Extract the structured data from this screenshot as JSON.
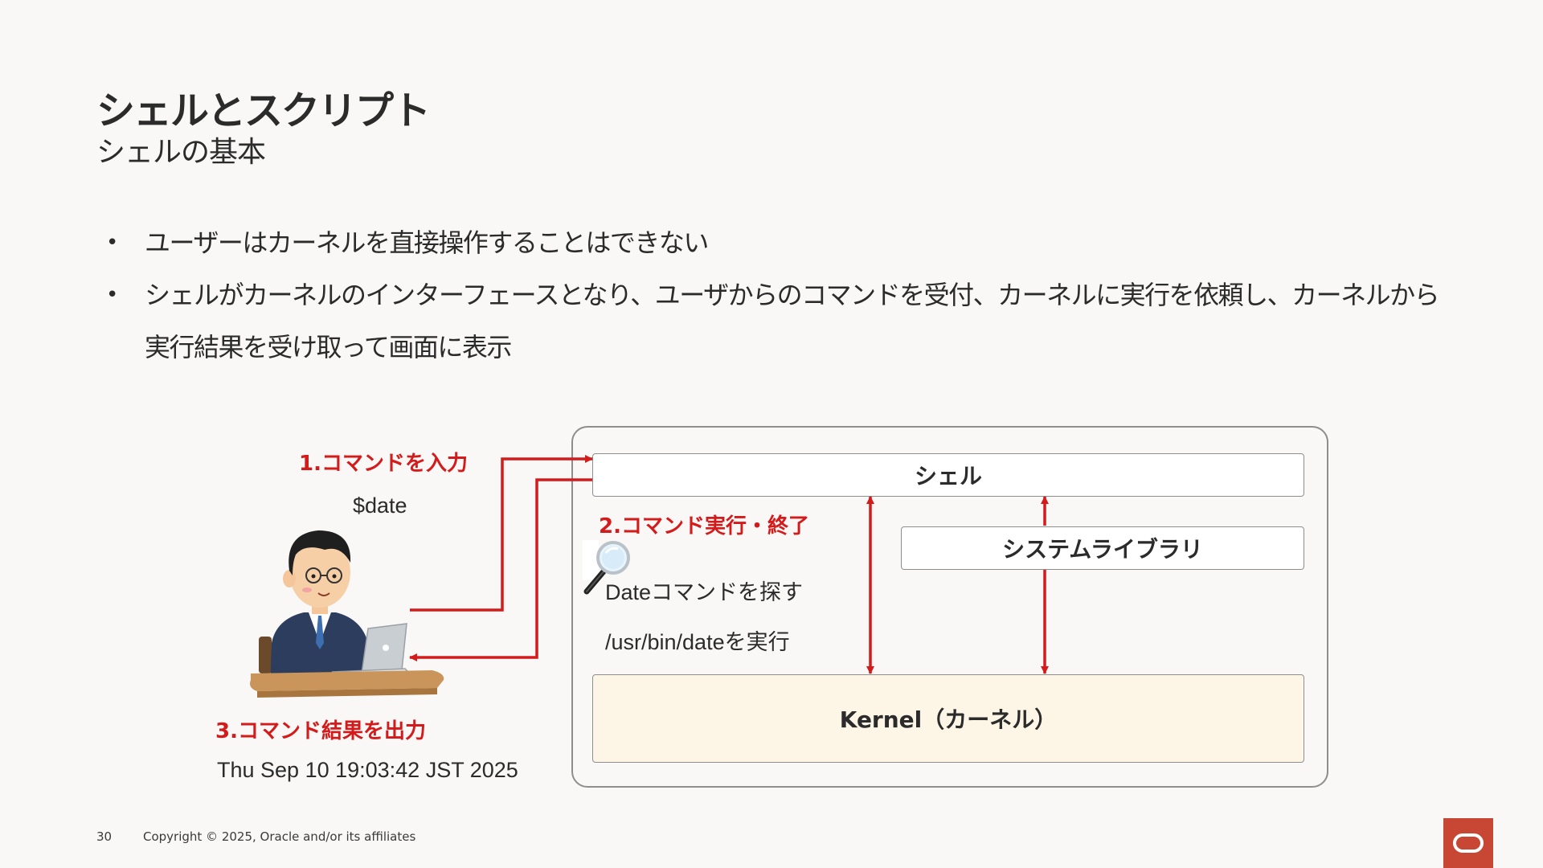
{
  "slide": {
    "title": "シェルとスクリプト",
    "subtitle": "シェルの基本",
    "bullets": [
      "ユーザーはカーネルを直接操作することはできない",
      "シェルがカーネルのインターフェースとなり、ユーザからのコマンドを受付、カーネルに実行を依頼し、カーネルから実行結果を受け取って画面に表示"
    ]
  },
  "diagram": {
    "shell_label": "シェル",
    "library_label": "システムライブラリ",
    "kernel_label": "Kernel（カーネル）",
    "step1_label": "1.コマンドを入力",
    "step1_command": "$date",
    "step2_label": "2.コマンド実行・終了",
    "step2_detail1": "Dateコマンドを探す",
    "step2_detail2": "/usr/bin/dateを実行",
    "step3_label": "3.コマンド結果を出力",
    "step3_output": "Thu Sep 10 19:03:42 JST 2025",
    "arrow_color": "#d31b1b"
  },
  "footer": {
    "page_number": "30",
    "copyright": "Copyright © 2025, Oracle and/or its affiliates"
  },
  "logo_color": "#c74634"
}
